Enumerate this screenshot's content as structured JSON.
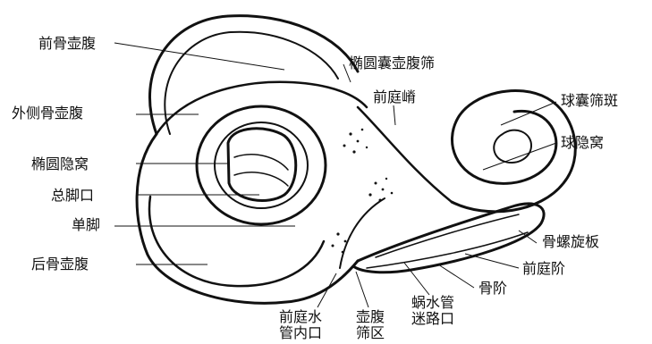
{
  "labels": {
    "anterior_ampulla": "前骨壶腹",
    "elliptical_recess_cribrosa": "椭圆囊壶腹筛",
    "vestibular_crest": "前庭嵴",
    "lateral_ampulla": "外侧骨壶腹",
    "spherical_recess_cribrosa": "球囊筛斑",
    "spherical_recess": "球隐窝",
    "elliptical_recess": "椭圆隐窝",
    "common_crus_opening": "总脚口",
    "simple_crus": "单脚",
    "osseous_spiral_lamina": "骨螺旋板",
    "posterior_ampulla": "后骨壶腹",
    "scala_vestibuli": "前庭阶",
    "bony_step": "骨阶",
    "cochlear_duct_line1": "蜗水管",
    "cochlear_duct_line2": "迷路口",
    "vestibular_aqueduct_line1": "前庭水",
    "vestibular_aqueduct_line2": "管内口",
    "ampulla_cribrosa_line1": "壶腹",
    "ampulla_cribrosa_line2": "筛区"
  },
  "colors": {
    "ink": "#111111",
    "background": "#ffffff"
  }
}
